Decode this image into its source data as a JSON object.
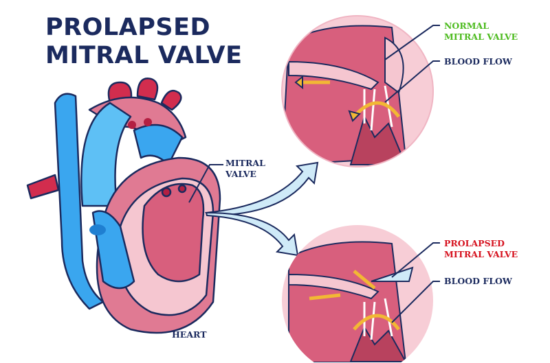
{
  "title": {
    "line1": "PROLAPSED",
    "line2": "MITRAL VALVE"
  },
  "labels": {
    "mitral_valve": {
      "line1": "MITRAL",
      "line2": "VALVE"
    },
    "heart": "HEART",
    "normal": {
      "line1": "NORMAL",
      "line2": "MITRAL VALVE",
      "color": "#4dbb1f"
    },
    "normal_flow": "BLOOD FLOW",
    "prolapsed": {
      "line1": "PROLAPSED",
      "line2": "MITRAL VALVE",
      "color": "#d6121f"
    },
    "prolapsed_flow": "BLOOD FLOW"
  },
  "colors": {
    "navy": "#1b2a5e",
    "blue": "#3aa6ef",
    "red": "#d22d4e",
    "pink": "#f5c6d0",
    "flesh": "#e07a93",
    "arrow": "#f2b834",
    "flow_arrow": "#cfeaf8"
  }
}
